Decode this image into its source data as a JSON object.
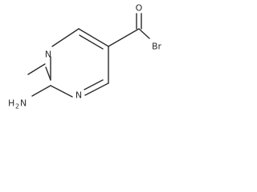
{
  "molecule": {
    "atoms": {
      "n_top": "N",
      "n_bottom": "N",
      "o": "O",
      "br": "Br",
      "amine": "H2N"
    },
    "amine_parts": {
      "h": "H",
      "subscript": "2",
      "n": "N"
    }
  }
}
